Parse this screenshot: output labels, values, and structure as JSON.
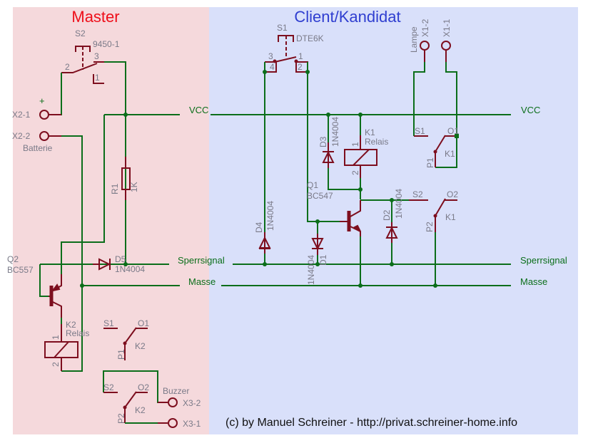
{
  "regions": {
    "master": {
      "title": "Master",
      "color": "#ee0f1a",
      "background": "#f5d9dc"
    },
    "client": {
      "title": "Client/Kandidat",
      "color": "#2f3ed0",
      "background": "#d9e0fa"
    }
  },
  "colors": {
    "wire": "#0b6e1a",
    "part": "#7d0e1e",
    "label": "#7a7a88"
  },
  "nets": {
    "vcc": "VCC",
    "sperrsignal": "Sperrsignal",
    "masse": "Masse"
  },
  "master": {
    "s2": {
      "name": "S2",
      "value": "9450-1",
      "pins": [
        "2",
        "3",
        "1"
      ]
    },
    "x2_1": {
      "name": "X2-1",
      "polarity": "+"
    },
    "x2_2": {
      "name": "X2-2",
      "label": "Batterie"
    },
    "r1": {
      "name": "R1",
      "value": "1K"
    },
    "d5": {
      "name": "D5",
      "value": "1N4004"
    },
    "q2": {
      "name": "Q2",
      "value": "BC557"
    },
    "k2": {
      "name": "K2",
      "value": "Relais",
      "pins": [
        "1",
        "2"
      ]
    },
    "k2_contact1": {
      "name": "K2",
      "s": "S1",
      "o": "O1",
      "p": "P1"
    },
    "k2_contact2": {
      "name": "K2",
      "s": "S2",
      "o": "O2",
      "p": "P2"
    },
    "buzzer": {
      "label": "Buzzer",
      "x3_2": "X3-2",
      "x3_1": "X3-1"
    }
  },
  "client": {
    "s1": {
      "name": "S1",
      "value": "DTE6K",
      "pins": [
        "3",
        "4",
        "1",
        "2"
      ]
    },
    "lampe": {
      "label": "Lampe",
      "x1_2": "X1-2",
      "x1_1": "X1-1"
    },
    "d1": {
      "name": "D1",
      "value": "1N4004"
    },
    "d2": {
      "name": "D2",
      "value": "1N4004"
    },
    "d3": {
      "name": "D3",
      "value": "1N4004"
    },
    "d4": {
      "name": "D4",
      "value": "1N4004"
    },
    "q1": {
      "name": "Q1",
      "value": "BC547"
    },
    "k1": {
      "name": "K1",
      "value": "Relais",
      "pins": [
        "1",
        "2"
      ]
    },
    "k1_contact1": {
      "name": "K1",
      "s": "S1",
      "o": "O1",
      "p": "P1"
    },
    "k1_contact2": {
      "name": "K1",
      "s": "S2",
      "o": "O2",
      "p": "P2"
    }
  },
  "footer": {
    "copyright": "(c) by Manuel Schreiner - http://privat.schreiner-home.info"
  }
}
